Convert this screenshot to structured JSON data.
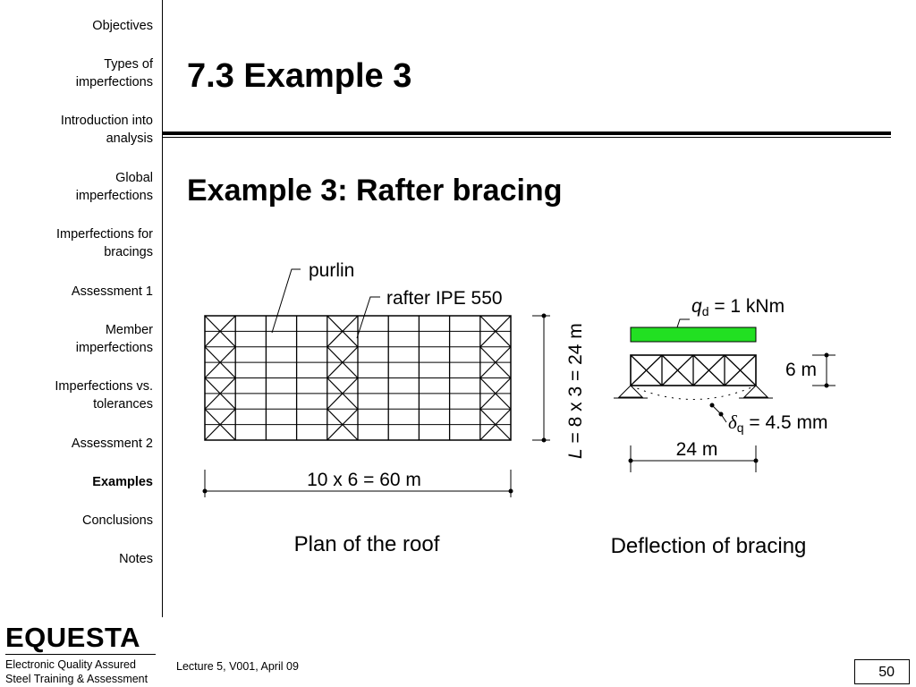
{
  "sidebar": {
    "items": [
      {
        "label": "Objectives"
      },
      {
        "label_line1": "Types of",
        "label_line2": "imperfections"
      },
      {
        "label_line1": "Introduction into",
        "label_line2": "analysis"
      },
      {
        "label_line1": "Global",
        "label_line2": "imperfections"
      },
      {
        "label_line1": "Imperfections for",
        "label_line2": "bracings"
      },
      {
        "label": "Assessment 1"
      },
      {
        "label_line1": "Member",
        "label_line2": "imperfections"
      },
      {
        "label_line1": "Imperfections vs.",
        "label_line2": "tolerances"
      },
      {
        "label": "Assessment 2"
      },
      {
        "label": "Examples",
        "active": true
      },
      {
        "label": "Conclusions"
      },
      {
        "label": "Notes"
      }
    ]
  },
  "logo": {
    "name": "EQUESTA",
    "line1": "Electronic Quality Assured",
    "line2": "Steel Training & Assessment"
  },
  "header": {
    "title": "7.3 Example 3",
    "subtitle": "Example 3: Rafter bracing"
  },
  "figure": {
    "plan": {
      "label_purlin": "purlin",
      "label_rafter": "rafter IPE 550",
      "dim_length_prefix": "L",
      "dim_length_rest": " = 8 x 3 = 24 m",
      "dim_width": "10 x 6 = 60 m",
      "caption": "Plan of the roof"
    },
    "deflection": {
      "load_symbol": "q",
      "load_subscript": "d",
      "load_value": " = 1 kNm",
      "dim_height": "6 m",
      "dim_span": "24 m",
      "deflection_symbol": "δ",
      "deflection_subscript": "q",
      "deflection_value": " = 4.5 mm",
      "caption": "Deflection of bracing"
    },
    "colors": {
      "load_bar": "#22e022"
    }
  },
  "footer": {
    "text": "Lecture 5, V001, April 09",
    "page_number": "50"
  }
}
